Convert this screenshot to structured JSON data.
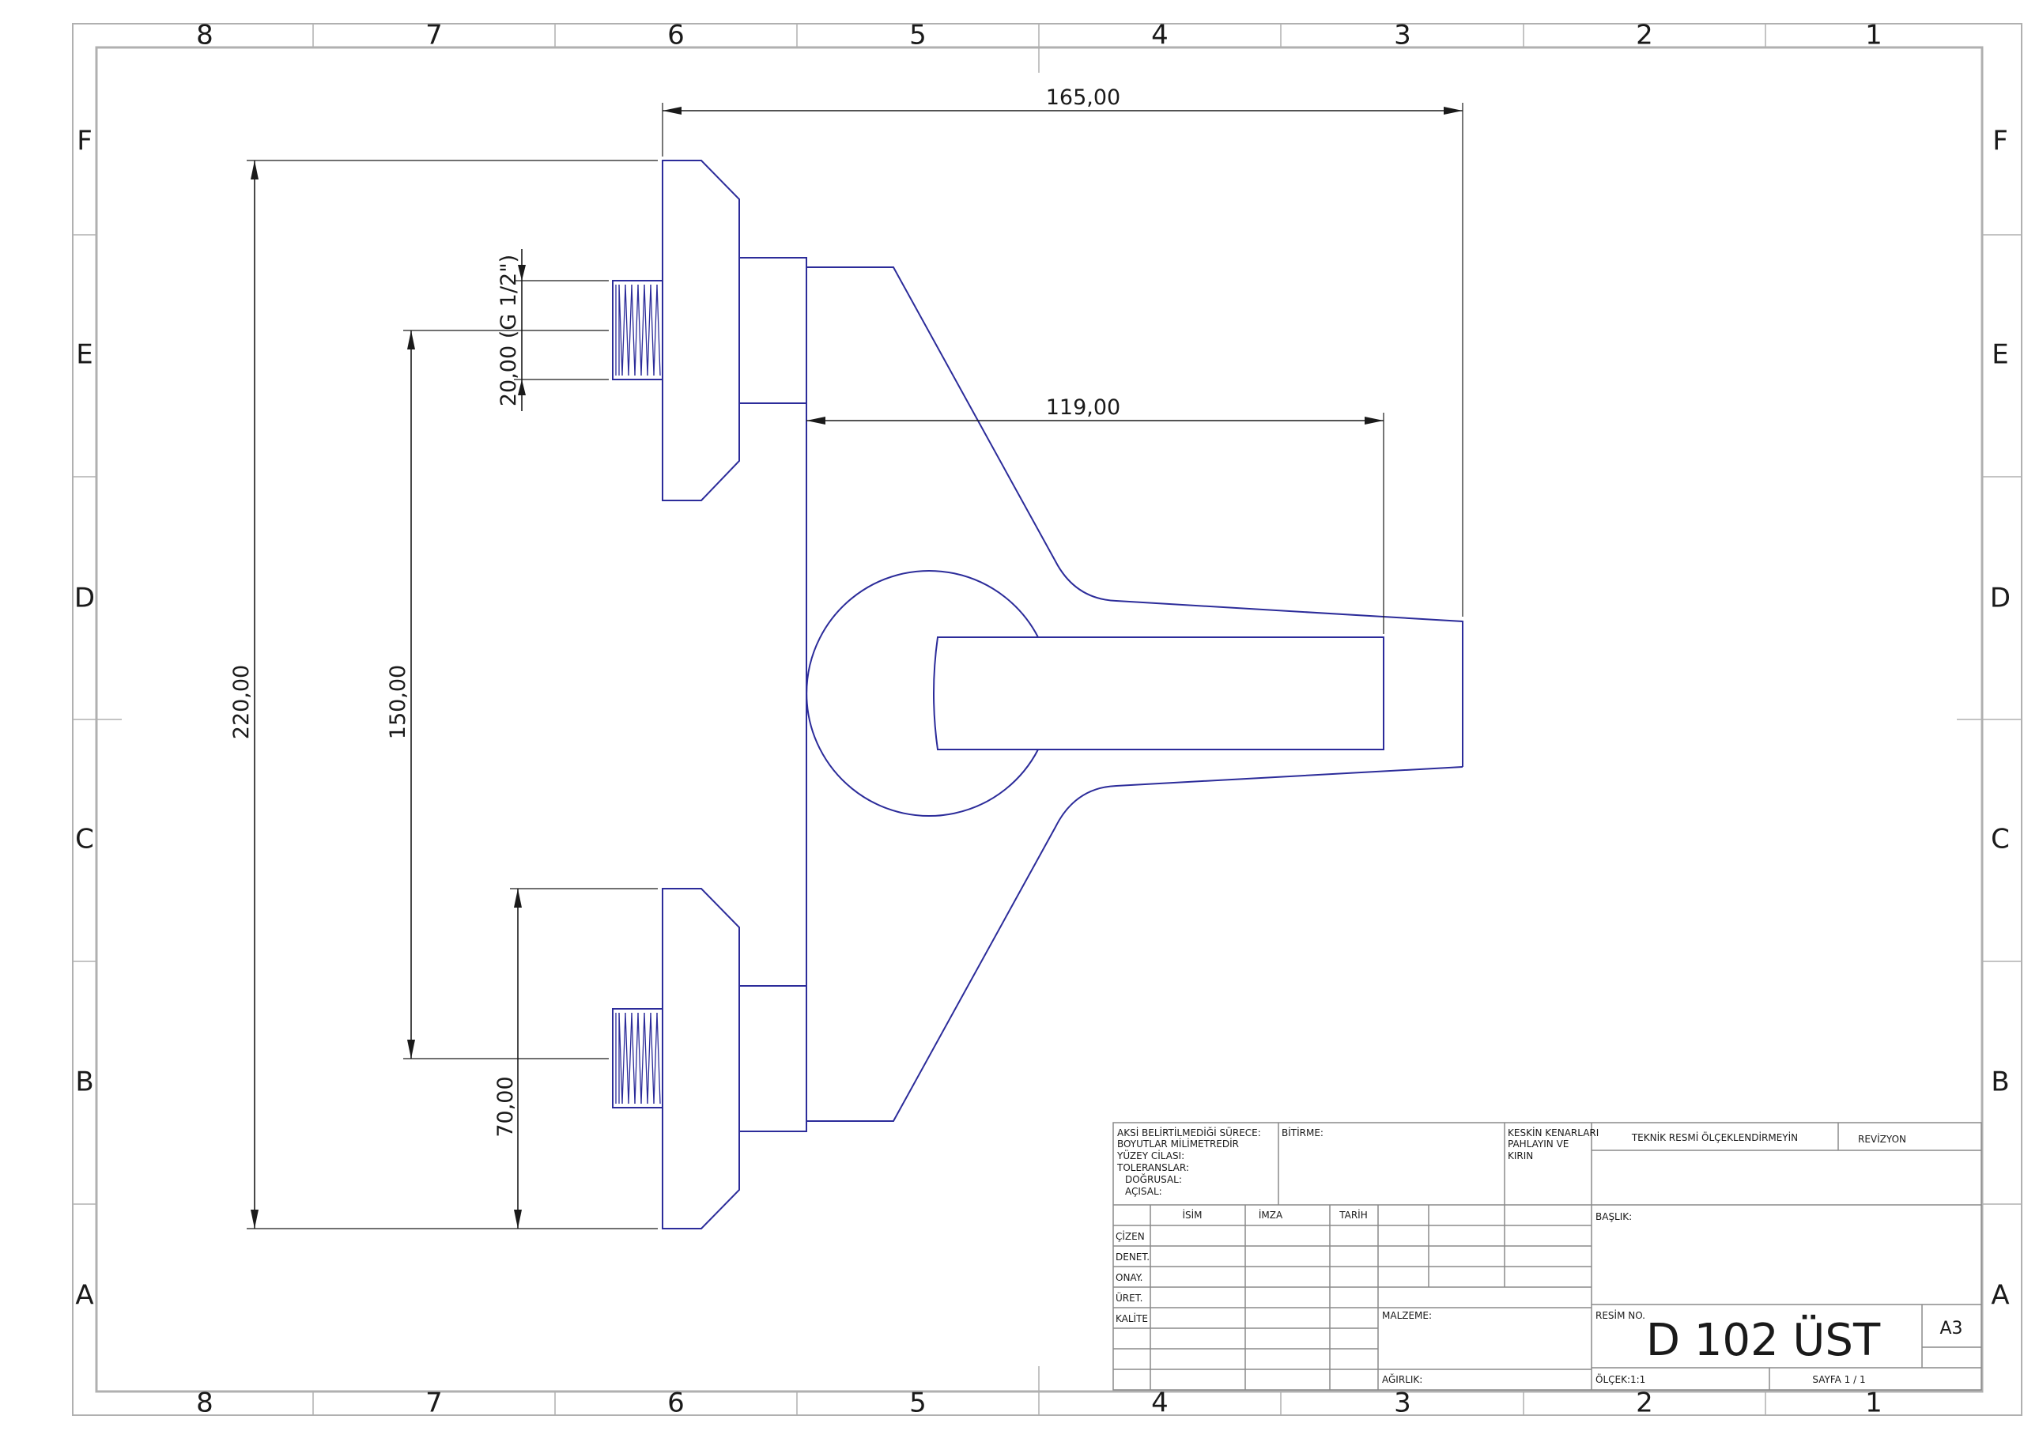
{
  "zones": {
    "columns": [
      "8",
      "7",
      "6",
      "5",
      "4",
      "3",
      "2",
      "1"
    ],
    "rows": [
      "F",
      "E",
      "D",
      "C",
      "B",
      "A"
    ]
  },
  "dimensions": {
    "overall_width": "165,00",
    "handle_reach": "119,00",
    "overall_height": "220,00",
    "inlet_spacing": "150,00",
    "thread_size": "20,00 (G 1/2\")",
    "lower_offset": "70,00"
  },
  "title_block": {
    "notes_lines": [
      "AKSİ BELİRTİLMEDİĞİ SÜRECE:",
      "BOYUTLAR MİLİMETREDİR",
      "YÜZEY CİLASI:",
      "TOLERANSLAR:",
      "DOĞRUSAL:",
      "AÇISAL:"
    ],
    "finish_label": "BİTİRME:",
    "edges_lines": [
      "KESKİN KENARLARI",
      "PAHLAYIN VE",
      "KIRIN"
    ],
    "no_scale_note": "TEKNİK RESMİ ÖLÇEKLENDİRMEYİN",
    "revision_label": "REVİZYON",
    "col_headers": [
      "İSİM",
      "İMZA",
      "TARİH"
    ],
    "row_labels": [
      "ÇİZEN",
      "DENET.",
      "ONAY.",
      "ÜRET.",
      "KALİTE"
    ],
    "title_label": "BAŞLIK:",
    "material_label": "MALZEME:",
    "drawing_no_label": "RESİM NO.",
    "drawing_no": "D 102 ÜST",
    "paper_size": "A3",
    "weight_label": "AĞIRLIK:",
    "scale_label": "ÖLÇEK:1:1",
    "sheet_label": "SAYFA 1 / 1"
  },
  "colors": {
    "part_outline": "#2c2c9a",
    "dimension_lines": "#1a1a1a",
    "border": "#b0b0b0"
  }
}
